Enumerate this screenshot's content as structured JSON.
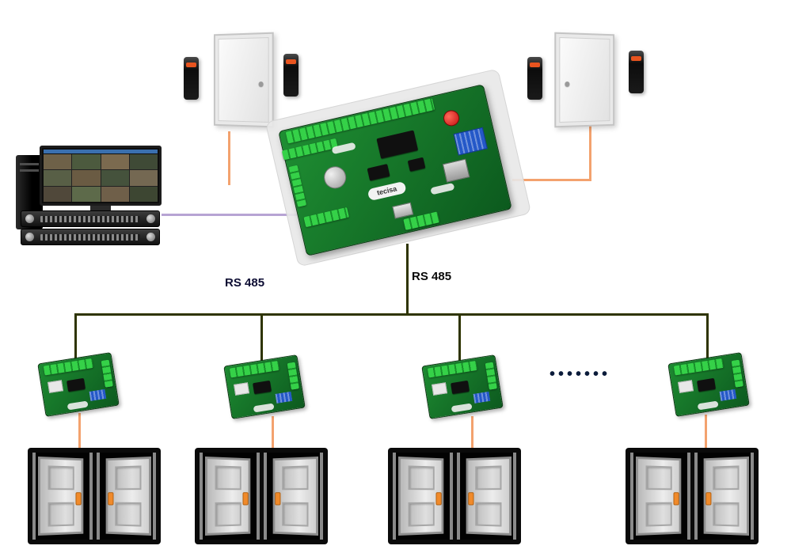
{
  "labels": {
    "rs485_left": "RS 485",
    "rs485_right": "RS 485",
    "ellipsis": "•••••••",
    "board_brand": "tecisa"
  },
  "colors": {
    "bus_line": "#2e3400",
    "reader_link": "#f3a26e",
    "workstation_link": "#b7a4d4",
    "pcb_green": "#157a2b",
    "terminal_green": "#35d148",
    "connector_blue": "#2458c8",
    "button_red": "#c40f0f",
    "handle_orange": "#f08a2a",
    "door_backdrop": "#0a0a0a"
  },
  "topology": {
    "bus": "RS 485",
    "main_controller": "main access controller board",
    "workstation": "video monitoring workstation with tower and rack recorders",
    "doors_with_readers": 2,
    "sub_controllers_shown": 4,
    "door_pairs_shown": 4,
    "more_indicator": "ellipsis between 3rd and 4th sub-controller"
  }
}
